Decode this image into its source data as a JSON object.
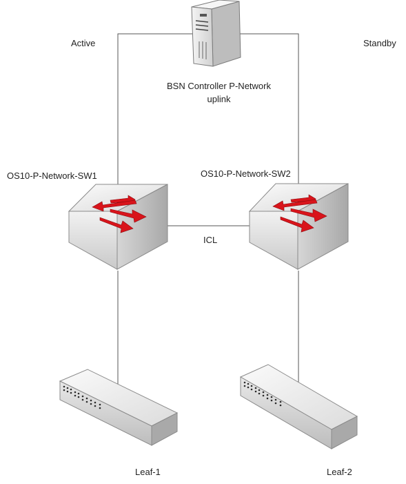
{
  "diagram": {
    "colors": {
      "background": "#ffffff",
      "link_line": "#555555",
      "switch_body": "#e8e8e8",
      "arrow": "#d9141b",
      "server_body": "#eeeeee",
      "leaf_body": "#ececec",
      "label_text": "#222222"
    },
    "labels": {
      "active": "Active",
      "standby": "Standby",
      "controller_line1": "BSN Controller P-Network",
      "controller_line2": "uplink",
      "sw1": "OS10-P-Network-SW1",
      "sw2": "OS10-P-Network-SW2",
      "icl": "ICL",
      "leaf1": "Leaf-1",
      "leaf2": "Leaf-2"
    },
    "nodes": {
      "server": {
        "icon": "server-icon"
      },
      "sw1": {
        "icon": "network-switch-icon"
      },
      "sw2": {
        "icon": "network-switch-icon"
      },
      "leaf1": {
        "icon": "leaf-switch-icon"
      },
      "leaf2": {
        "icon": "leaf-switch-icon"
      }
    }
  }
}
